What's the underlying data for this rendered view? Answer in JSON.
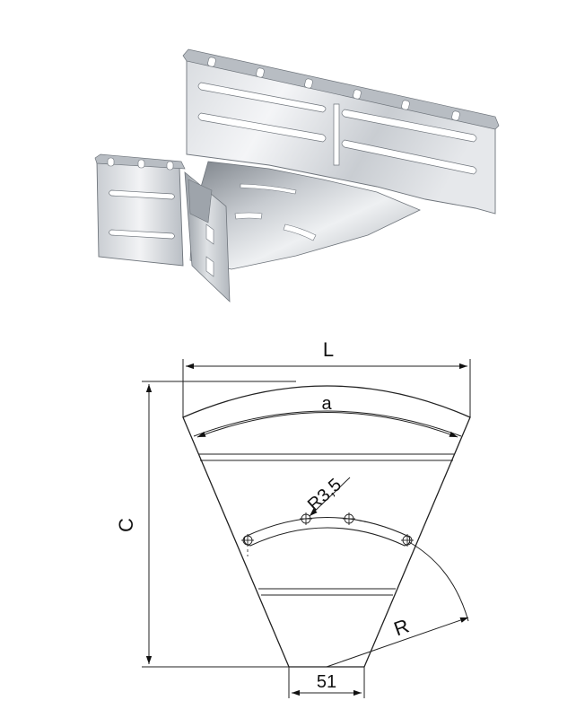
{
  "labels": {
    "L": "L",
    "a": "a",
    "C": "C",
    "R": "R",
    "r": "R3,5",
    "w": "51"
  },
  "colors": {
    "metal_light": "#e9ebee",
    "metal_mid": "#c4c8cd",
    "metal_dark": "#8e949b",
    "line": "#222222"
  }
}
